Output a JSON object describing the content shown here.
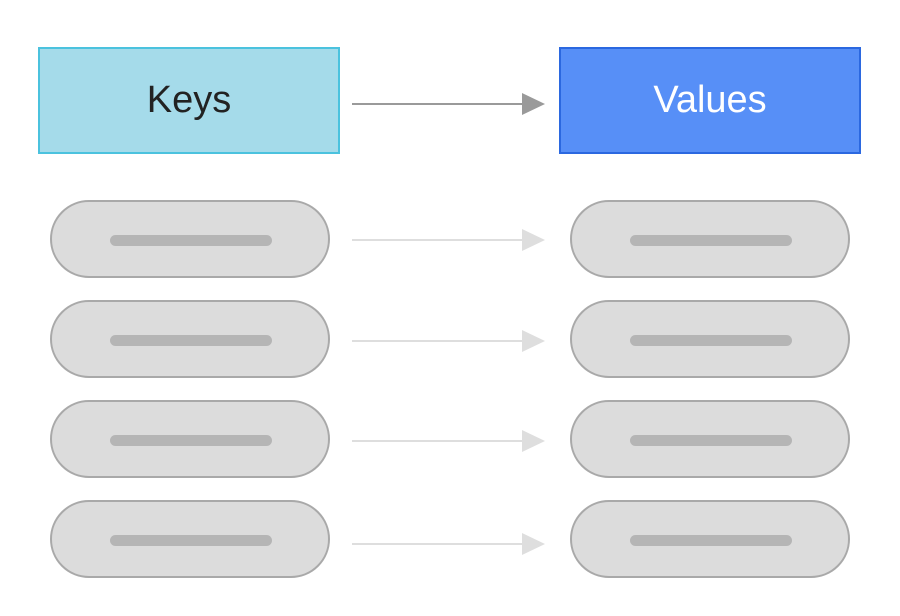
{
  "header": {
    "keys_label": "Keys",
    "values_label": "Values"
  },
  "colors": {
    "keys_fill": "#a5dbea",
    "keys_border": "#4bc2de",
    "values_fill": "#578ff7",
    "values_border": "#2b68e0",
    "header_arrow": "#9a9a9a",
    "row_arrow": "#dedede",
    "pill_fill": "#dcdcdc",
    "pill_border": "#a9a9a9",
    "placeholder_bar": "#b5b5b5"
  },
  "rows": [
    {
      "key": "placeholder",
      "value": "placeholder"
    },
    {
      "key": "placeholder",
      "value": "placeholder"
    },
    {
      "key": "placeholder",
      "value": "placeholder"
    },
    {
      "key": "placeholder",
      "value": "placeholder"
    }
  ]
}
